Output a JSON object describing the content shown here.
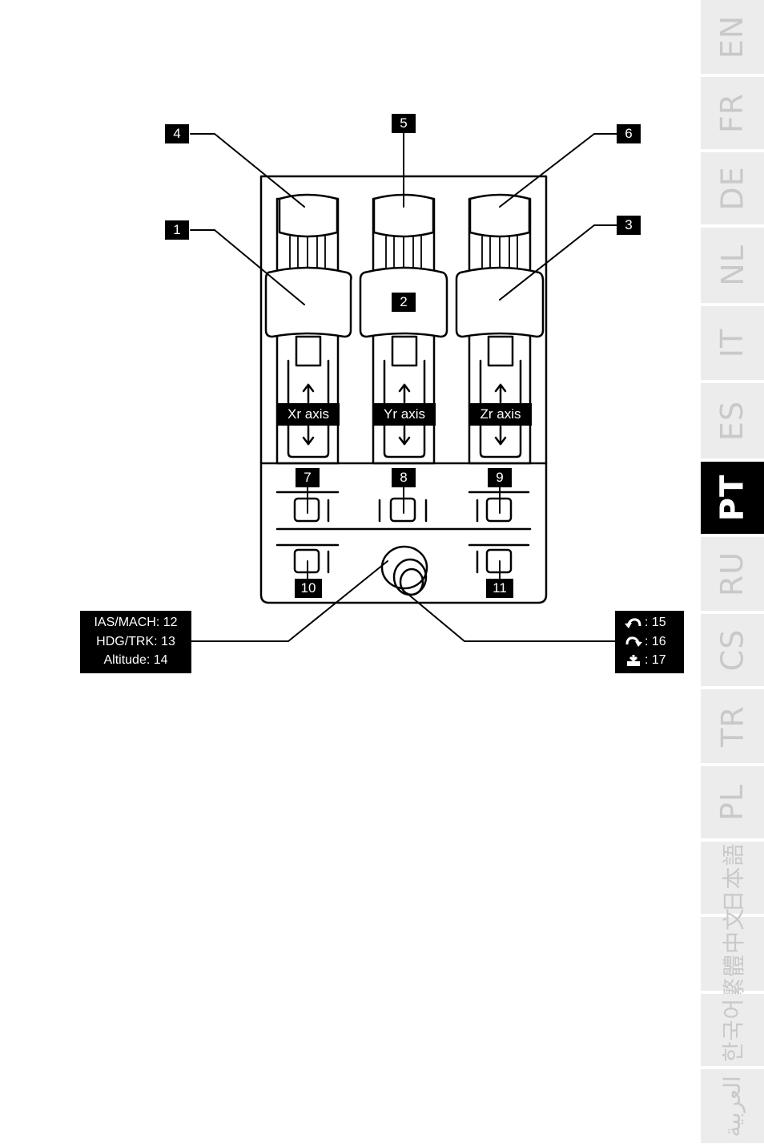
{
  "callouts": {
    "n1": "1",
    "n2": "2",
    "n3": "3",
    "n4": "4",
    "n5": "5",
    "n6": "6",
    "n7": "7",
    "n8": "8",
    "n9": "9",
    "n10": "10",
    "n11": "11"
  },
  "axes": {
    "x": "Xr axis",
    "y": "Yr axis",
    "z": "Zr axis"
  },
  "knob_left": {
    "line1": "IAS/MACH: 12",
    "line2": "HDG/TRK: 13",
    "line3": "Altitude: 14"
  },
  "knob_right": {
    "line1": ": 15",
    "line2": ": 16",
    "line3": ": 17",
    "icon1": "rotate-left-icon",
    "icon2": "rotate-right-icon",
    "icon3": "push-button-icon"
  },
  "languages": [
    "EN",
    "FR",
    "DE",
    "NL",
    "IT",
    "ES",
    "PT",
    "RU",
    "CS",
    "TR",
    "PL",
    "日本語",
    "繁體中文",
    "한국어",
    "العربية"
  ],
  "active_language": "PT",
  "colors": {
    "active_tab": "#000000",
    "inactive_tab": "#ececec",
    "inactive_text": "#c9c9c9"
  }
}
